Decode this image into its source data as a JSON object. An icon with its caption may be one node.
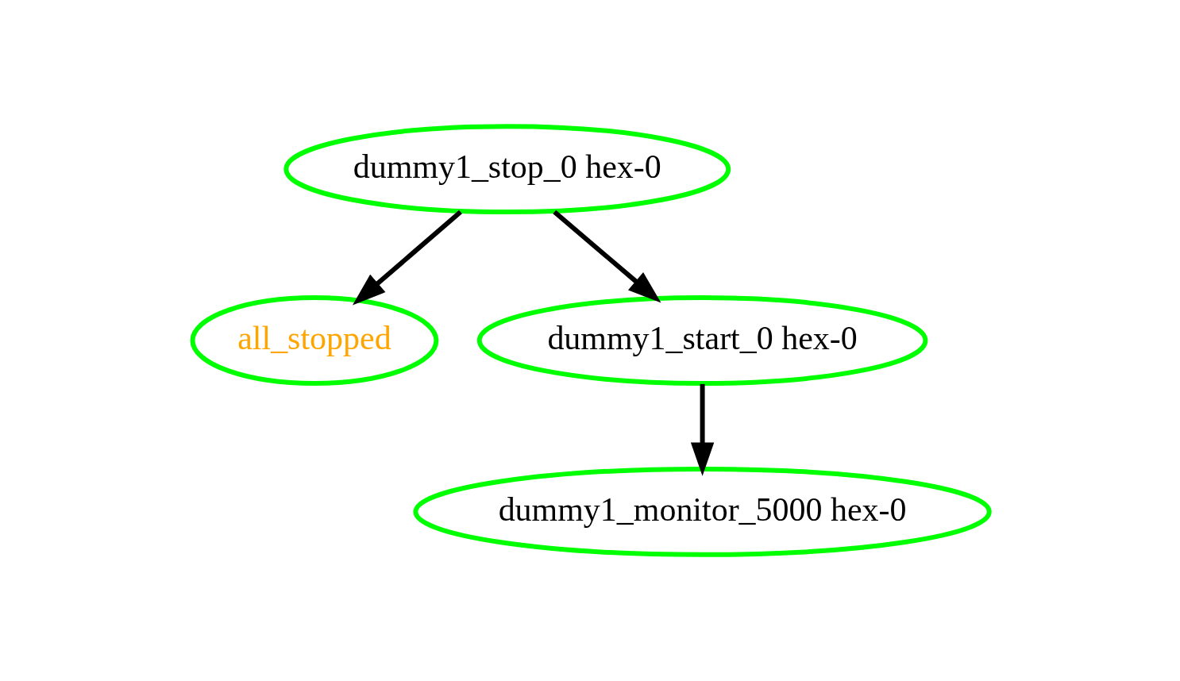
{
  "diagram": {
    "nodes": [
      {
        "text": [
          "dummy1_stop_0 hex-0"
        ]
      },
      {
        "text": [
          "all_stopped"
        ]
      },
      {
        "text": [
          "dummy1_start_0 hex-0"
        ]
      },
      {
        "text": [
          "dummy1_monitor_5000 hex-0"
        ]
      }
    ],
    "edges": [
      {
        "from": 0,
        "to": 1,
        "arrow": "to"
      },
      {
        "from": 0,
        "to": 2,
        "arrow": "to"
      },
      {
        "from": 2,
        "to": 3,
        "arrow": "to"
      }
    ]
  }
}
